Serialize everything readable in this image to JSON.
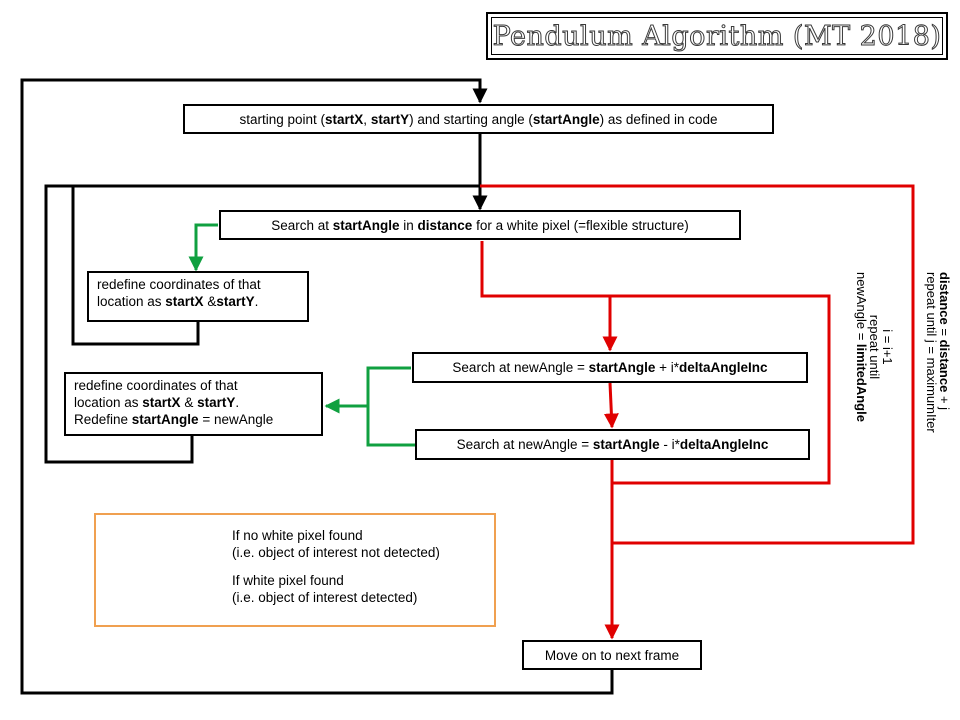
{
  "title": "Pendulum Algorithm (MT 2018)",
  "colors": {
    "fail": "#e00000",
    "success": "#10a040",
    "legend_border": "#f0a050",
    "line": "#000000"
  },
  "boxes": {
    "start": {
      "p1": "starting point (",
      "b1": "startX",
      "p2": ", ",
      "b2": "startY",
      "p3": ") and starting angle (",
      "b3": "startAngle",
      "p4": ") as defined in code"
    },
    "search": {
      "p1": "Search at ",
      "b1": "startAngle",
      "p2": " in ",
      "b2": "distance",
      "p3": " for  a white pixel (=flexible structure)"
    },
    "redefine1": {
      "line1": "redefine coordinates of that",
      "line2_prefix": "location as ",
      "b1": "startX",
      "sep": " &",
      "b2": "startY",
      "end": "."
    },
    "search_plus": {
      "p1": "Search at newAngle = ",
      "b1": "startAngle",
      "p2": " + i*",
      "b2": "deltaAngleInc"
    },
    "search_minus": {
      "p1": "Search at newAngle = ",
      "b1": "startAngle",
      "p2": " - i*",
      "b2": "deltaAngleInc"
    },
    "redefine2": {
      "line1": "redefine coordinates of that",
      "line2_prefix": "location as ",
      "b1": "startX",
      "sep": " & ",
      "b2": "startY",
      "end": ".",
      "line3_prefix": "Redefine ",
      "b3": "startAngle",
      "line3_suffix": " = newAngle"
    },
    "next": {
      "label": "Move on to next frame"
    }
  },
  "loop_labels": {
    "inner": {
      "line1": "i = i+1",
      "line2": "repeat until",
      "line3_prefix": "newAngle = ",
      "line3_bold": "limitedAngle"
    },
    "outer": {
      "line1_b1": "distance",
      "line1_mid": " = ",
      "line1_b2": "distance",
      "line1_end": " + j",
      "line2": "repeat until j = maximumIter"
    }
  },
  "legend": {
    "fail_line1": "If  no white pixel found",
    "fail_line2": "(i.e. object of interest not detected)",
    "success_line1": "If white pixel found",
    "success_line2": "(i.e. object of interest detected)"
  }
}
